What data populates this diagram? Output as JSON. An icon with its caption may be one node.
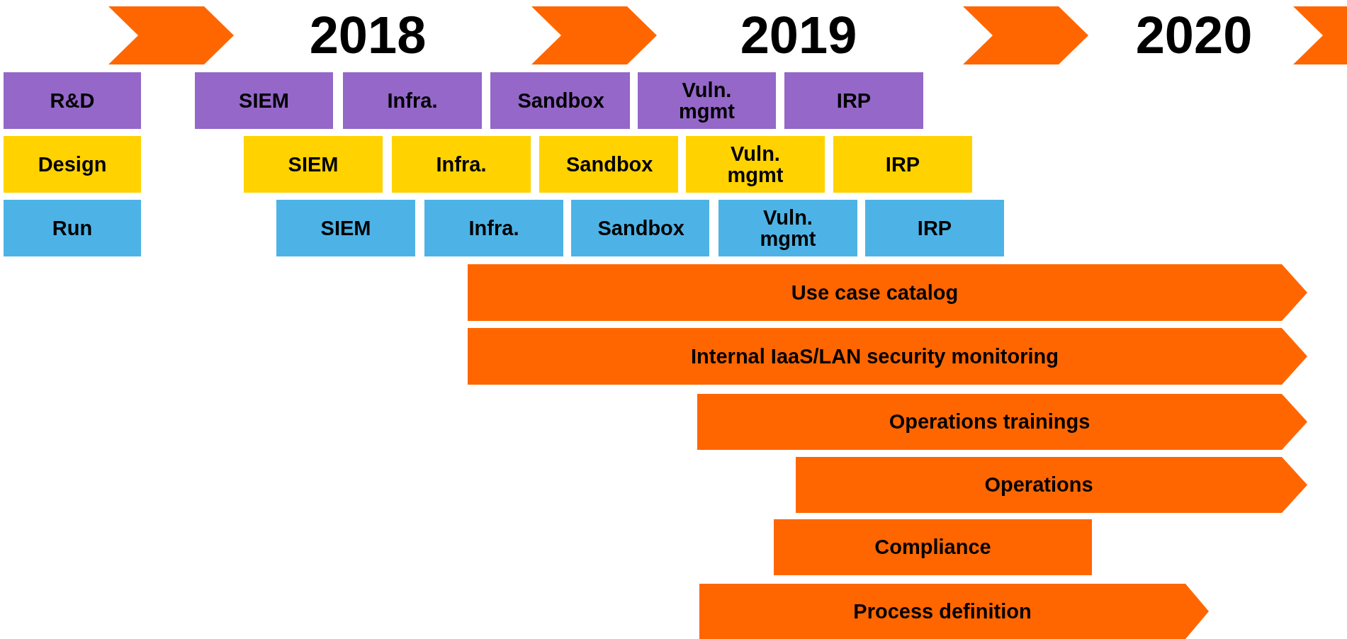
{
  "diagram": {
    "nodes": [
      {
        "text": [
          "R&D"
        ]
      },
      {
        "text": [
          "SIEM"
        ]
      },
      {
        "text": [
          "Infra."
        ]
      },
      {
        "text": [
          "Sandbox"
        ]
      },
      {
        "text": [
          "Vuln. mgmt"
        ]
      },
      {
        "text": [
          "IRP"
        ]
      },
      {
        "text": [
          "Design"
        ]
      },
      {
        "text": [
          "SIEM"
        ]
      },
      {
        "text": [
          "Infra."
        ]
      },
      {
        "text": [
          "Sandbox"
        ]
      },
      {
        "text": [
          "Vuln. mgmt"
        ]
      },
      {
        "text": [
          "IRP"
        ]
      },
      {
        "text": [
          "Run"
        ]
      },
      {
        "text": [
          "SIEM"
        ]
      },
      {
        "text": [
          "Infra."
        ]
      },
      {
        "text": [
          "Sandbox"
        ]
      },
      {
        "text": [
          "Vuln. mgmt"
        ]
      },
      {
        "text": [
          "IRP"
        ]
      },
      {
        "text": [
          "Use case catalog"
        ]
      },
      {
        "text": [
          "Internal IaaS/LAN security monitoring"
        ]
      },
      {
        "text": [
          "Operations trainings"
        ]
      },
      {
        "text": [
          "Operations"
        ]
      },
      {
        "text": [
          "Compliance"
        ]
      },
      {
        "text": [
          "Process definition"
        ]
      }
    ],
    "labels": [
      "2018",
      "2019",
      "2020"
    ]
  }
}
